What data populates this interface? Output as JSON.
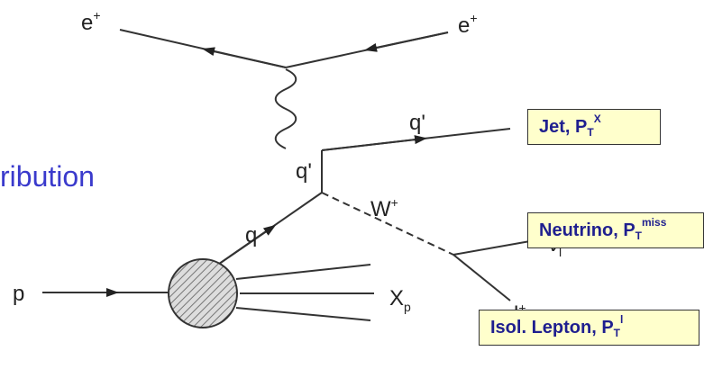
{
  "side_text": "ribution",
  "labels": {
    "e_plus_left": "e",
    "e_plus_left_sup": "+",
    "e_plus_right": "e",
    "e_plus_right_sup": "+",
    "q_prime_out": "q'",
    "q_prime_mid": "q'",
    "q": "q",
    "w_boson": "W",
    "w_boson_sup": "+",
    "nu": "ν",
    "nu_sub": "l",
    "lepton": "l",
    "lepton_sup": "+",
    "x_p": "X",
    "x_p_sub": "p",
    "proton": "p"
  },
  "boxes": {
    "jet": {
      "main": "Jet, P",
      "sub": "T",
      "sup": "X"
    },
    "neutrino": {
      "main": "Neutrino, P",
      "sub": "T",
      "sup": "miss"
    },
    "lepton": {
      "main": "Isol. Lepton, P",
      "sub": "T",
      "sup": "l"
    }
  },
  "colors": {
    "line": "#333333",
    "box_fill": "#ffffcc",
    "box_text": "#1f1f8f",
    "side_text": "#3a3acc"
  }
}
